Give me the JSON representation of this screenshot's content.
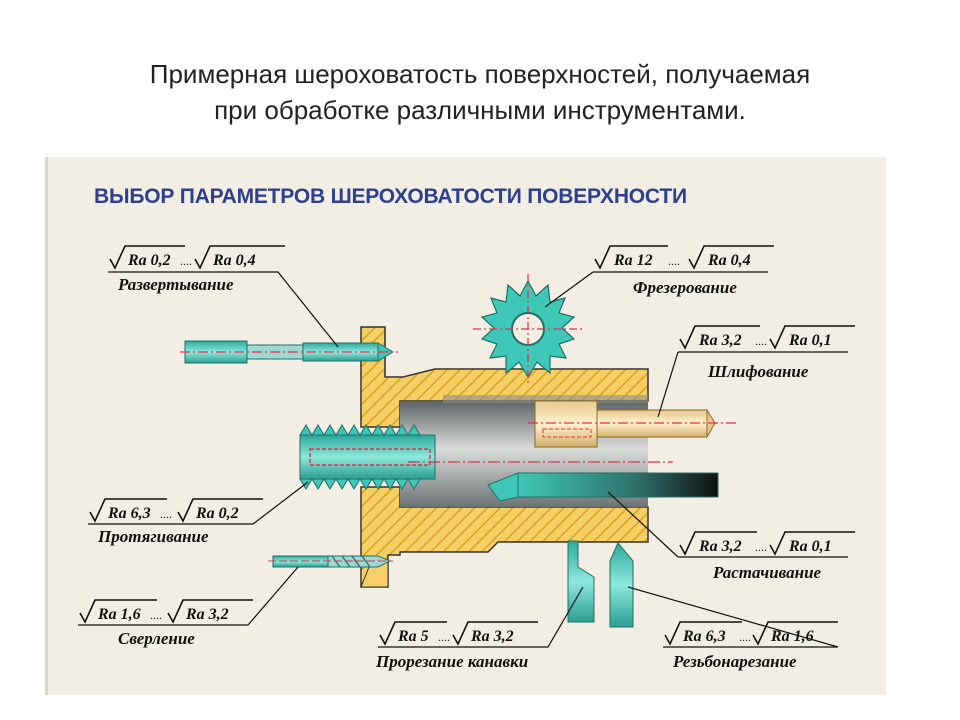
{
  "slide": {
    "title_line1": "Примерная шероховатость поверхностей, получаемая",
    "title_line2": "при обработке различными инструментами."
  },
  "poster": {
    "header": "ВЫБОР ПАРАМЕТРОВ  ШЕРОХОВАТОСТИ  ПОВЕРХНОСТИ",
    "operations": [
      {
        "name": "Развертывание",
        "ra_from": "Ra 0,2",
        "ra_to": "Ra 0,4"
      },
      {
        "name": "Фрезерование",
        "ra_from": "Ra 12",
        "ra_to": "Ra 0,4"
      },
      {
        "name": "Шлифование",
        "ra_from": "Ra 3,2",
        "ra_to": "Ra 0,1"
      },
      {
        "name": "Протягивание",
        "ra_from": "Ra 6,3",
        "ra_to": "Ra 0,2"
      },
      {
        "name": "Растачивание",
        "ra_from": "Ra 3,2",
        "ra_to": "Ra 0,1"
      },
      {
        "name": "Сверление",
        "ra_from": "Ra 1,6",
        "ra_to": "Ra 3,2"
      },
      {
        "name": "Прорезание канавки",
        "ra_from": "Ra 5",
        "ra_to": "Ra 3,2"
      },
      {
        "name": "Резьбонарезание",
        "ra_from": "Ra 6,3",
        "ra_to": "Ra 1,6"
      }
    ],
    "separator": "....",
    "colors": {
      "background": "#f2eee3",
      "header": "#2e3f8f",
      "part_hatch": "#f2c84a",
      "tool": "#3fc7b8",
      "centerline": "#e0304f"
    }
  }
}
